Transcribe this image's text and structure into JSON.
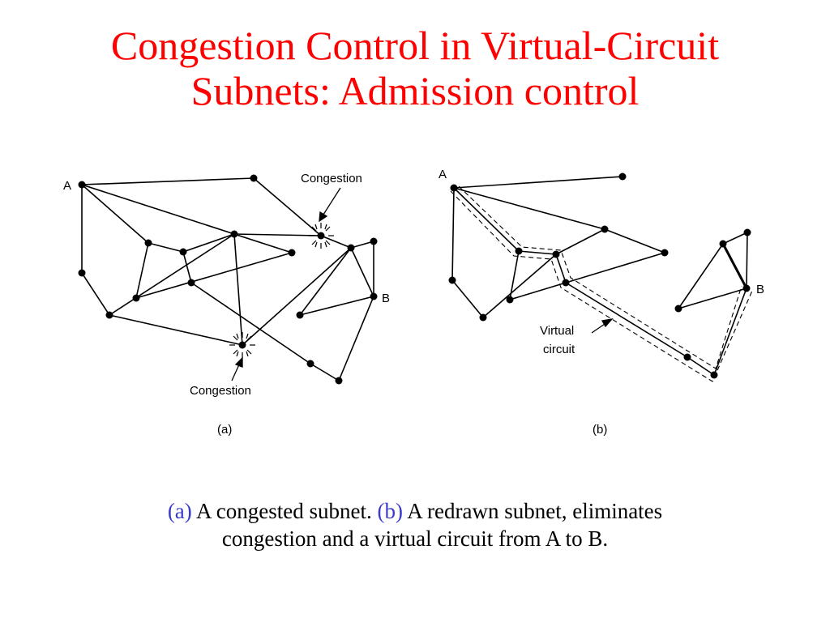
{
  "slide": {
    "title_line1": "Congestion Control in Virtual-Circuit",
    "title_line2": "Subnets: Admission control",
    "caption": {
      "tag_a": "(a)",
      "text_a": " A congested subnet. ",
      "tag_b": "(b)",
      "text_b_line1": " A redrawn subnet, eliminates",
      "text_b_line2": "congestion and a virtual circuit from A to B."
    },
    "colors": {
      "title": "#ff0000",
      "caption_tag": "#3a3acc"
    }
  },
  "diagram_a": {
    "label_node_a": "A",
    "label_node_b": "B",
    "congestion_label_top": "Congestion",
    "congestion_label_bottom": "Congestion",
    "sublabel": "(a)"
  },
  "diagram_b": {
    "label_node_a": "A",
    "label_node_b": "B",
    "virtual_circuit_line1": "Virtual",
    "virtual_circuit_line2": "circuit",
    "sublabel": "(b)"
  }
}
